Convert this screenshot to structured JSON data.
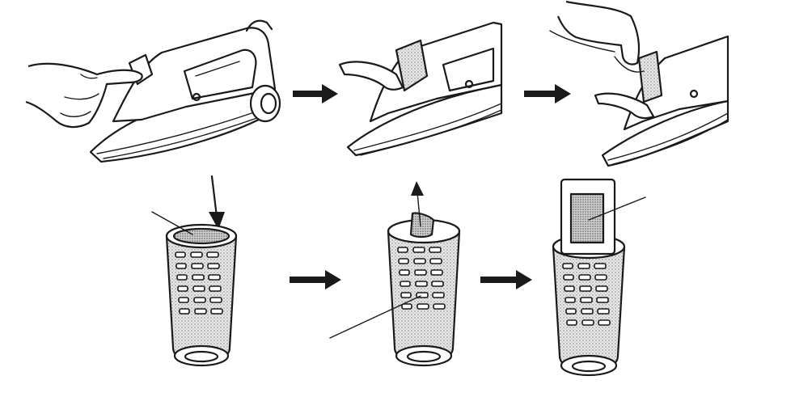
{
  "figure": {
    "panels_top": [
      "iron-press-release",
      "iron-cover-open",
      "iron-cartridge-pull"
    ],
    "panels_bottom": [
      "cartridge-insert",
      "cartridge-remove",
      "cartridge-refill"
    ],
    "ink_color": "#1a1a1a",
    "background_color": "#ffffff",
    "shading": "stippled-gray"
  }
}
